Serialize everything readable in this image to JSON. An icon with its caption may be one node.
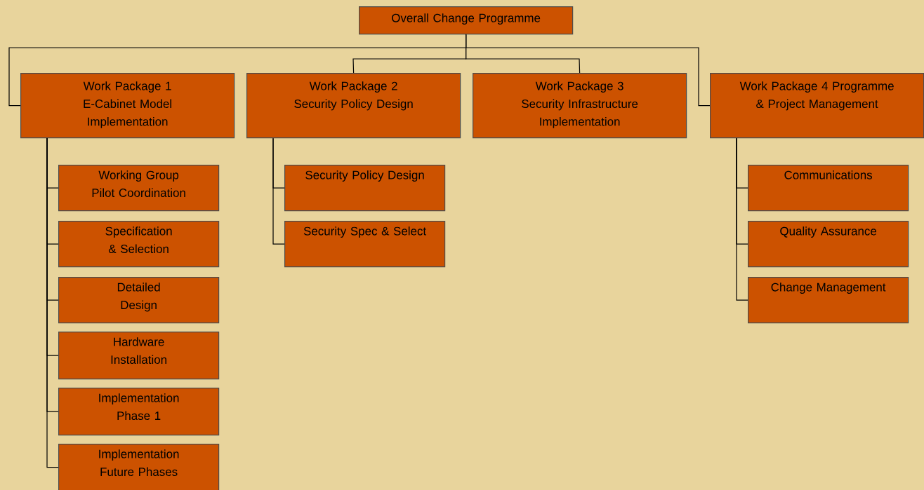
{
  "diagram": {
    "nodes": [
      {
        "text": [
          "Overall Change Programme"
        ]
      },
      {
        "text": [
          "Work Package 1 E-Cabinet Model Implementation"
        ]
      },
      {
        "text": [
          "Work Package 2 Security Policy Design"
        ]
      },
      {
        "text": [
          "Work Package 3 Security Infrastructure Implementation"
        ]
      },
      {
        "text": [
          "Work Package 4 Programme & Project Management"
        ]
      },
      {
        "text": [
          "Working Group Pilot Coordination"
        ]
      },
      {
        "text": [
          "Specification & Selection"
        ]
      },
      {
        "text": [
          "Detailed Design"
        ]
      },
      {
        "text": [
          "Hardware Installation"
        ]
      },
      {
        "text": [
          "Implementation Phase 1"
        ]
      },
      {
        "text": [
          "Implementation Future Phases"
        ]
      },
      {
        "text": [
          "Security Policy Design"
        ]
      },
      {
        "text": [
          "Security Spec & Select"
        ]
      },
      {
        "text": [
          "Communications"
        ]
      },
      {
        "text": [
          "Quality Assurance"
        ]
      },
      {
        "text": [
          "Change Management"
        ]
      }
    ],
    "edges": [
      {
        "from": 0,
        "to": 1,
        "arrow": "none"
      },
      {
        "from": 0,
        "to": 2,
        "arrow": "none"
      },
      {
        "from": 0,
        "to": 3,
        "arrow": "none"
      },
      {
        "from": 0,
        "to": 4,
        "arrow": "none"
      },
      {
        "from": 1,
        "to": 5,
        "arrow": "none"
      },
      {
        "from": 1,
        "to": 6,
        "arrow": "none"
      },
      {
        "from": 1,
        "to": 7,
        "arrow": "none"
      },
      {
        "from": 1,
        "to": 8,
        "arrow": "none"
      },
      {
        "from": 1,
        "to": 9,
        "arrow": "none"
      },
      {
        "from": 1,
        "to": 10,
        "arrow": "none"
      },
      {
        "from": 2,
        "to": 11,
        "arrow": "none"
      },
      {
        "from": 2,
        "to": 12,
        "arrow": "none"
      },
      {
        "from": 4,
        "to": 13,
        "arrow": "none"
      },
      {
        "from": 4,
        "to": 14,
        "arrow": "none"
      },
      {
        "from": 4,
        "to": 15,
        "arrow": "none"
      }
    ]
  }
}
